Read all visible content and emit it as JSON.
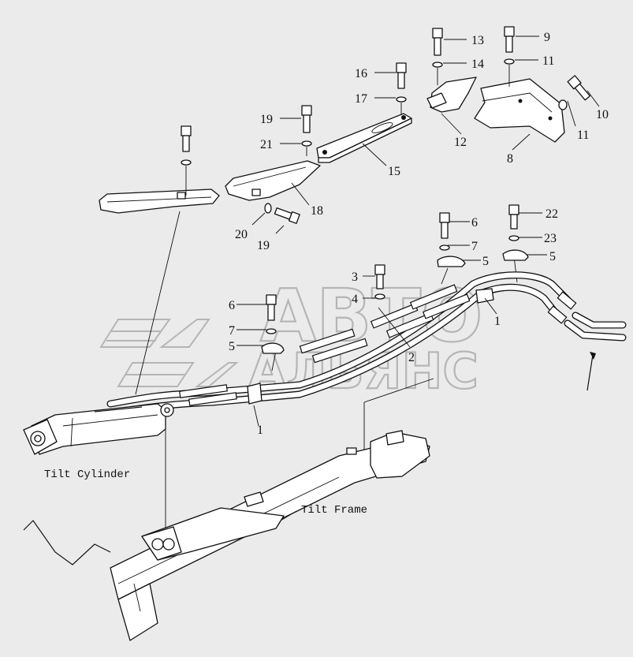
{
  "labels": {
    "l1a": "1",
    "l1b": "1",
    "l2": "2",
    "l3": "3",
    "l4": "4",
    "l5a": "5",
    "l5b": "5",
    "l5c": "5",
    "l6a": "6",
    "l6b": "6",
    "l7a": "7",
    "l7b": "7",
    "l8": "8",
    "l9": "9",
    "l10": "10",
    "l11a": "11",
    "l11b": "11",
    "l12": "12",
    "l13": "13",
    "l14": "14",
    "l15": "15",
    "l16": "16",
    "l17": "17",
    "l18": "18",
    "l19a": "19",
    "l19b": "19",
    "l20": "20",
    "l21": "21",
    "l22": "22",
    "l23": "23"
  },
  "captions": {
    "tilt_cylinder": "Tilt Cylinder",
    "tilt_frame": "Tilt Frame"
  },
  "watermark": {
    "line1": "АВТО",
    "line2": "АЛЬЯНС"
  }
}
